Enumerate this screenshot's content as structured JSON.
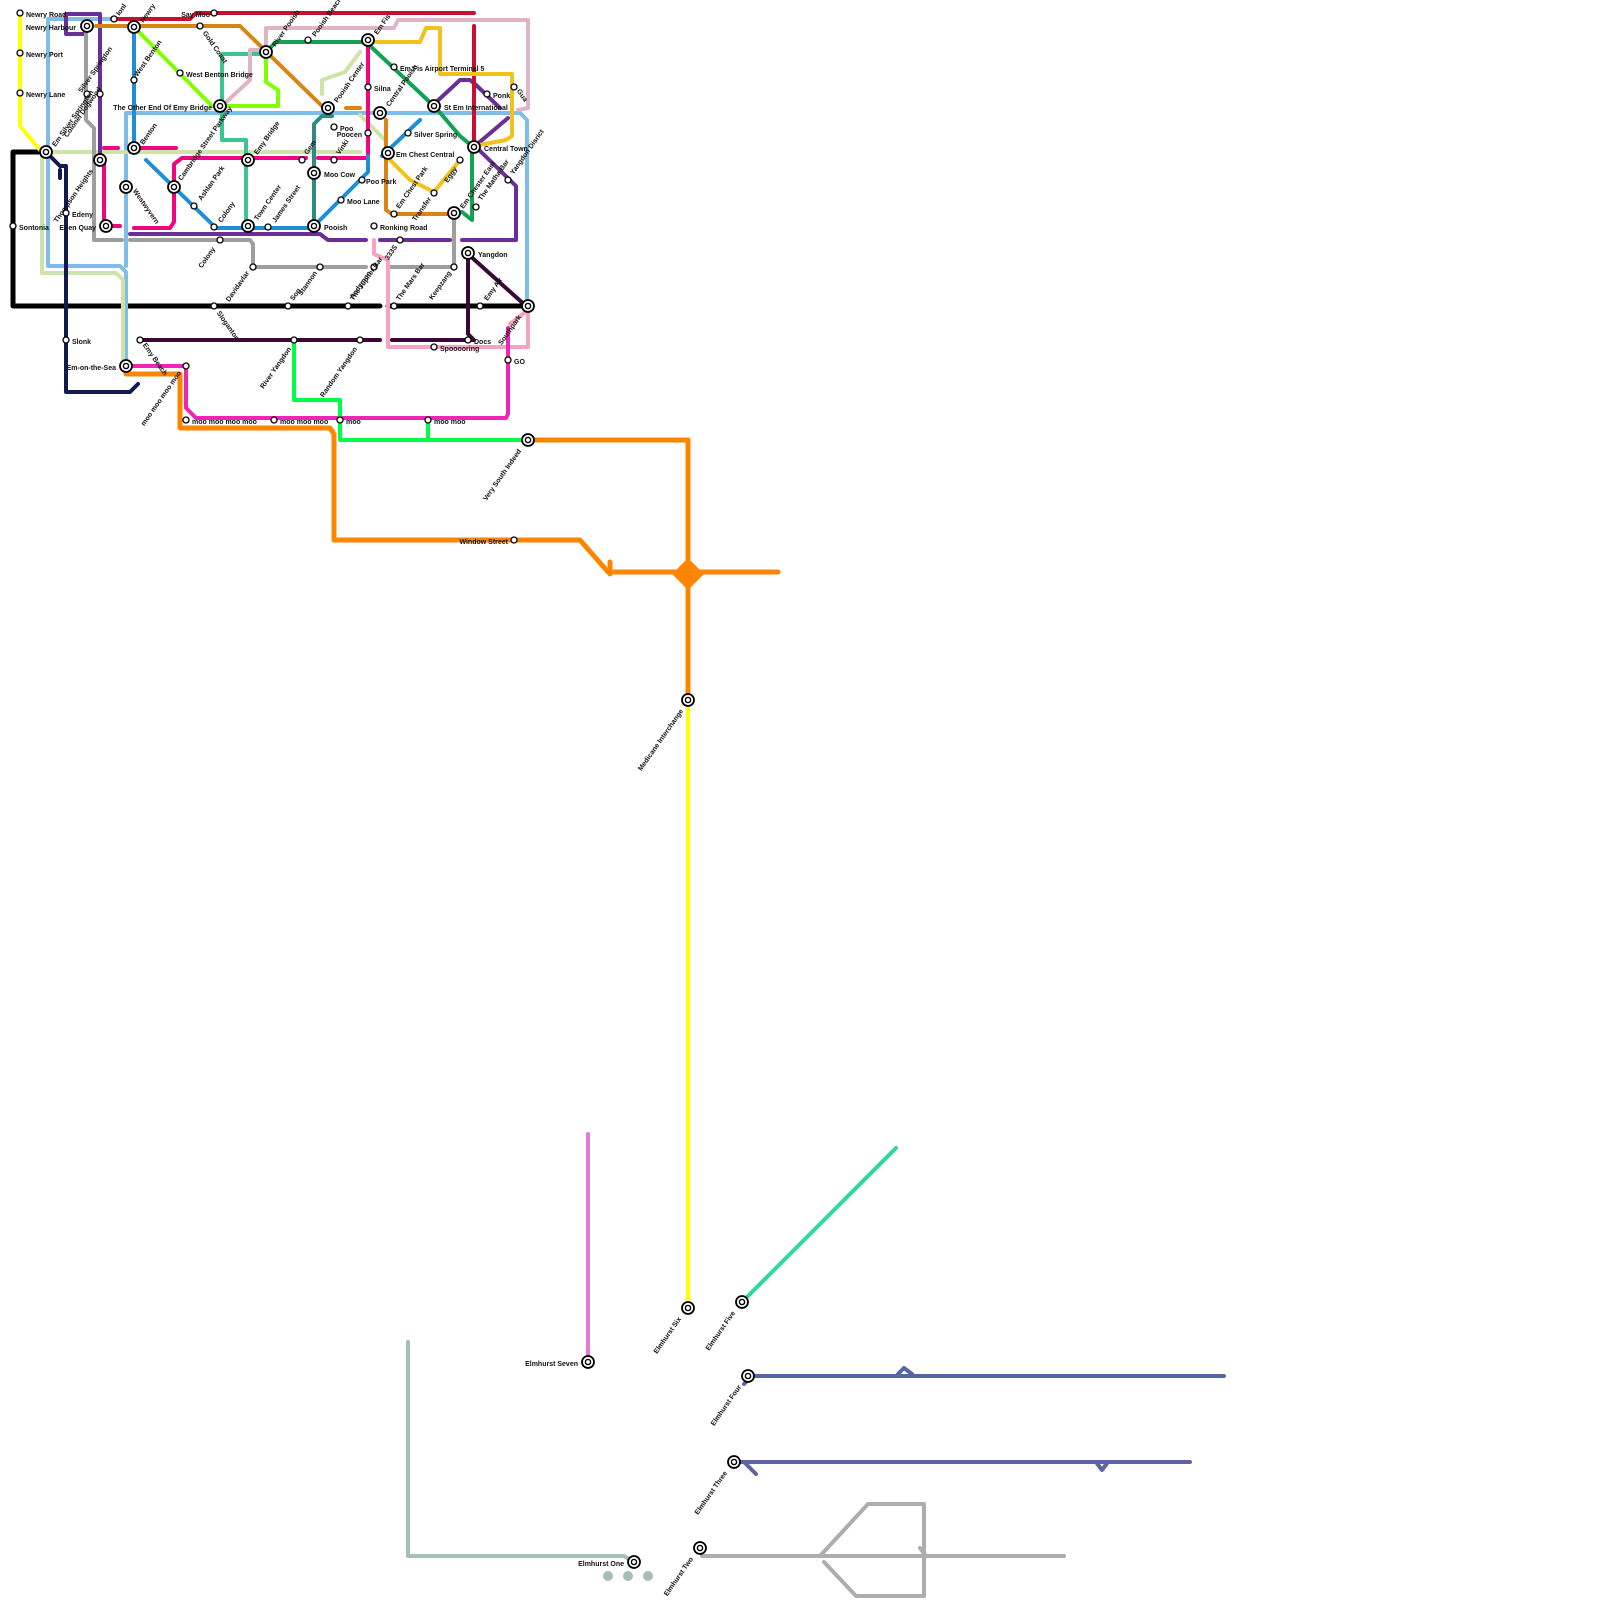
{
  "colors": {
    "yellow": "#FFFF00",
    "light_blue": "#7DBDE8",
    "purple": "#6A2F96",
    "grey": "#9E9E9E",
    "crimson": "#C8102E",
    "orange_brown": "#D98514",
    "green_lime": "#7FFF00",
    "teal_green": "#3CC48E",
    "pink_light": "#E0B4C8",
    "dark_green": "#12A155",
    "gold": "#F2C21A",
    "magenta": "#F0077F",
    "blue": "#1E8FD6",
    "pale_green": "#CDE3A8",
    "black": "#000000",
    "navy": "#111B4F",
    "dark_teal": "#2E8B83",
    "plum": "#3A0838",
    "pink": "#F7A1C4",
    "hot_pink": "#F025B7",
    "neon_green": "#00FF44",
    "orange": "#FF8500",
    "violet": "#E07BD8",
    "sage": "#A3BFB8",
    "mint": "#2ED8A0",
    "slate_blue": "#5565A8",
    "slate_blue_2": "#5E64A3",
    "silver": "#ADADAD"
  },
  "icons": {
    "interchange": "interchange-icon",
    "station": "station-icon"
  },
  "stations": [
    {
      "name": "Newry Road"
    },
    {
      "name": "Newry Port"
    },
    {
      "name": "Newry Lane"
    },
    {
      "name": "Newry Harbour"
    },
    {
      "name": "Sontonia"
    },
    {
      "name": "Silver Springton"
    },
    {
      "name": "Em Silver Springton"
    },
    {
      "name": "Colonel Dogwood"
    },
    {
      "name": "Thompson Heights"
    },
    {
      "name": "Edeny"
    },
    {
      "name": "Eden Quay"
    },
    {
      "name": "Slonk"
    },
    {
      "name": "Em-on-the-Sea"
    },
    {
      "name": "Ionl"
    },
    {
      "name": "Newry"
    },
    {
      "name": "West Benton"
    },
    {
      "name": "Benton"
    },
    {
      "name": "Westwyvern"
    },
    {
      "name": "Emy Beach"
    },
    {
      "name": "moo moo moo moo"
    },
    {
      "name": "moo moo moo moo"
    },
    {
      "name": "moo moo moo"
    },
    {
      "name": "moo"
    },
    {
      "name": "moo moo"
    },
    {
      "name": "Say Moo"
    },
    {
      "name": "Gold Coast"
    },
    {
      "name": "West Benton Bridge"
    },
    {
      "name": "The Other End Of Emy Bridge"
    },
    {
      "name": "Cambridge Street Parkway"
    },
    {
      "name": "Ashlan Park"
    },
    {
      "name": "Colony"
    },
    {
      "name": "Colony"
    },
    {
      "name": "Town Center"
    },
    {
      "name": "Emy Bridge"
    },
    {
      "name": "Davidavlar"
    },
    {
      "name": "Sloganton"
    },
    {
      "name": "River Pooish"
    },
    {
      "name": "James Street"
    },
    {
      "name": "Sog"
    },
    {
      "name": "River Yangdon"
    },
    {
      "name": "Pooish Beach"
    },
    {
      "name": "Pooish Center"
    },
    {
      "name": "Poo"
    },
    {
      "name": "Poocen"
    },
    {
      "name": "Gem"
    },
    {
      "name": "Moo Cow"
    },
    {
      "name": "Pooish"
    },
    {
      "name": "Stannon"
    },
    {
      "name": "Em Fis"
    },
    {
      "name": "Silna"
    },
    {
      "name": "Vinki"
    },
    {
      "name": "Poo Park"
    },
    {
      "name": "Moo Lane"
    },
    {
      "name": "Andymon"
    },
    {
      "name": "The Jupiter Bar"
    },
    {
      "name": "Random Yangdon"
    },
    {
      "name": "Em Fis Airport Terminal 5"
    },
    {
      "name": "Central Pooish"
    },
    {
      "name": "Silver Spring"
    },
    {
      "name": "Em Chest Central"
    },
    {
      "name": "Em Chest Park"
    },
    {
      "name": "Ronking Road"
    },
    {
      "name": "333S"
    },
    {
      "name": "The Mars Bar"
    },
    {
      "name": "Spooooring"
    },
    {
      "name": "St Em International"
    },
    {
      "name": "Transfer"
    },
    {
      "name": "Eggy"
    },
    {
      "name": "Em Chester East"
    },
    {
      "name": "Keepzang"
    },
    {
      "name": "Yangdon"
    },
    {
      "name": "Docs"
    },
    {
      "name": "Ponk"
    },
    {
      "name": "Gua"
    },
    {
      "name": "Central Town"
    },
    {
      "name": "The Matha Bar"
    },
    {
      "name": "Yangdon Disrict"
    },
    {
      "name": "Emy Air"
    },
    {
      "name": "Southpark"
    },
    {
      "name": "GO"
    },
    {
      "name": "Very South Indeed"
    },
    {
      "name": "Window Street"
    },
    {
      "name": "Medicane Interchange"
    },
    {
      "name": "Elmhurst Six"
    },
    {
      "name": "Elmhurst Five"
    },
    {
      "name": "Elmhurst Four"
    },
    {
      "name": "Elmhurst Three"
    },
    {
      "name": "Elmhurst Two"
    },
    {
      "name": "Elmhurst One"
    },
    {
      "name": "Elmhurst Seven"
    }
  ]
}
